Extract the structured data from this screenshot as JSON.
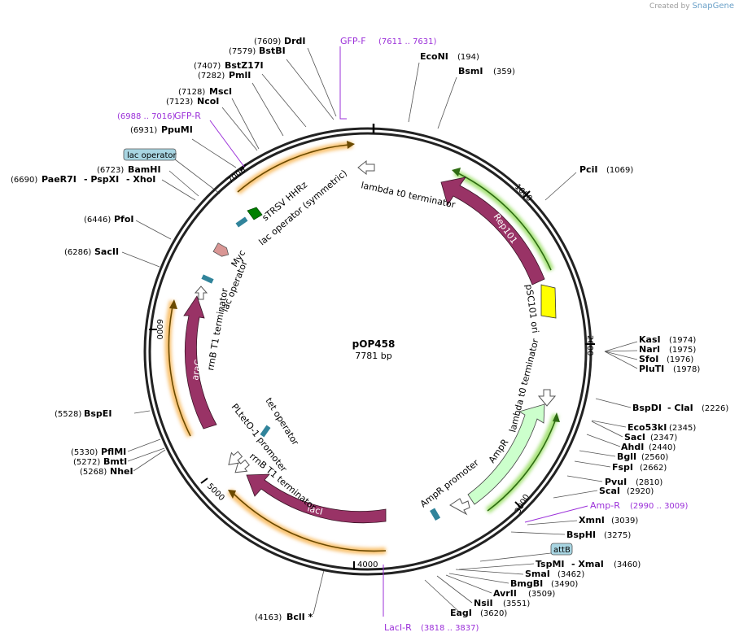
{
  "credit": {
    "prefix": "Created by",
    "brand": "SnapGene"
  },
  "plasmid": {
    "name": "pOP458",
    "length_label": "7781 bp",
    "length": 7781
  },
  "ticks": [
    "1000",
    "2000",
    "3000",
    "4000",
    "5000",
    "6000",
    "7000"
  ],
  "enzymes": [
    {
      "name": "DrdI",
      "pos": "(7609)"
    },
    {
      "name": "BstBI",
      "pos": "(7579)"
    },
    {
      "name": "BstZ17I",
      "pos": "(7407)"
    },
    {
      "name": "PmlI",
      "pos": "(7282)"
    },
    {
      "name": "MscI",
      "pos": "(7128)"
    },
    {
      "name": "NcoI",
      "pos": "(7123)"
    },
    {
      "name": "PpuMI",
      "pos": "(6931)"
    },
    {
      "name": "BamHI",
      "pos": "(6723)"
    },
    {
      "name": "PaeR7I",
      "pos": "(6690)",
      "extra1": "- PspXI",
      "extra2": "- XhoI"
    },
    {
      "name": "PfoI",
      "pos": "(6446)"
    },
    {
      "name": "SacII",
      "pos": "(6286)"
    },
    {
      "name": "BspEI",
      "pos": "(5528)"
    },
    {
      "name": "PflMI",
      "pos": "(5330)"
    },
    {
      "name": "BmtI",
      "pos": "(5272)"
    },
    {
      "name": "NheI",
      "pos": "(5268)"
    },
    {
      "name": "BclI *",
      "pos": "(4163)"
    },
    {
      "name": "EcoNI",
      "pos": "(194)"
    },
    {
      "name": "BsmI",
      "pos": "(359)"
    },
    {
      "name": "PciI",
      "pos": "(1069)"
    },
    {
      "name": "KasI",
      "pos": "(1974)"
    },
    {
      "name": "NarI",
      "pos": "(1975)"
    },
    {
      "name": "SfoI",
      "pos": "(1976)"
    },
    {
      "name": "PluTI",
      "pos": "(1978)"
    },
    {
      "name": "BspDI",
      "pos": "(2226)",
      "extra1": "- ClaI"
    },
    {
      "name": "Eco53kI",
      "pos": "(2345)"
    },
    {
      "name": "SacI",
      "pos": "(2347)"
    },
    {
      "name": "AhdI",
      "pos": "(2440)"
    },
    {
      "name": "BglI",
      "pos": "(2560)"
    },
    {
      "name": "FspI",
      "pos": "(2662)"
    },
    {
      "name": "PvuI",
      "pos": "(2810)"
    },
    {
      "name": "ScaI",
      "pos": "(2920)"
    },
    {
      "name": "XmnI",
      "pos": "(3039)"
    },
    {
      "name": "BspHI",
      "pos": "(3275)"
    },
    {
      "name": "TspMI",
      "pos": "(3460)",
      "extra1": "- XmaI"
    },
    {
      "name": "SmaI",
      "pos": "(3462)"
    },
    {
      "name": "BmgBI",
      "pos": "(3490)"
    },
    {
      "name": "AvrII",
      "pos": "(3509)"
    },
    {
      "name": "NsiI",
      "pos": "(3551)"
    },
    {
      "name": "EagI",
      "pos": "(3620)"
    }
  ],
  "primers": [
    {
      "name": "GFP-F",
      "pos": "(7611 .. 7631)"
    },
    {
      "name": "GFP-R",
      "pos": "(6988 .. 7016)"
    },
    {
      "name": "Amp-R",
      "pos": "(2990 .. 3009)"
    },
    {
      "name": "LacI-R",
      "pos": "(3818 .. 3837)"
    }
  ],
  "boxed_features": {
    "lac_operator": "lac operator",
    "attB": "attB"
  },
  "features": {
    "lambda_t0_top": "lambda t0 terminator",
    "rep101": "Rep101",
    "psc101_ori": "pSC101 ori",
    "lambda_t0_right": "lambda t0 terminator",
    "ampr": "AmpR",
    "ampr_promoter": "AmpR promoter",
    "laci": "lacI",
    "rrnb_t1_bottom": "rrnB T1 terminator",
    "pltet": "PLtetO-1 promoter",
    "tet_operator": "tet operator",
    "arac": "araC",
    "rrnb_t1_left": "rrnB T1 terminator",
    "lac_operator_inner": "lac operator",
    "myc": "Myc",
    "lac_operator_sym": "lac operator (symmetric)",
    "sstrv": "sTRSV HHRz"
  },
  "colors": {
    "backbone": "#222222",
    "cds": "#993366",
    "ori": "#ffff00",
    "ampr": "#ccffcc",
    "primer": "#9b30d9",
    "operator": "#31849b",
    "ribozyme": "#008000",
    "myc": "#d99694",
    "halo_orange": "#f9c271",
    "halo_green": "#a7e37a",
    "boxed_feature": "#a8d5e2"
  }
}
